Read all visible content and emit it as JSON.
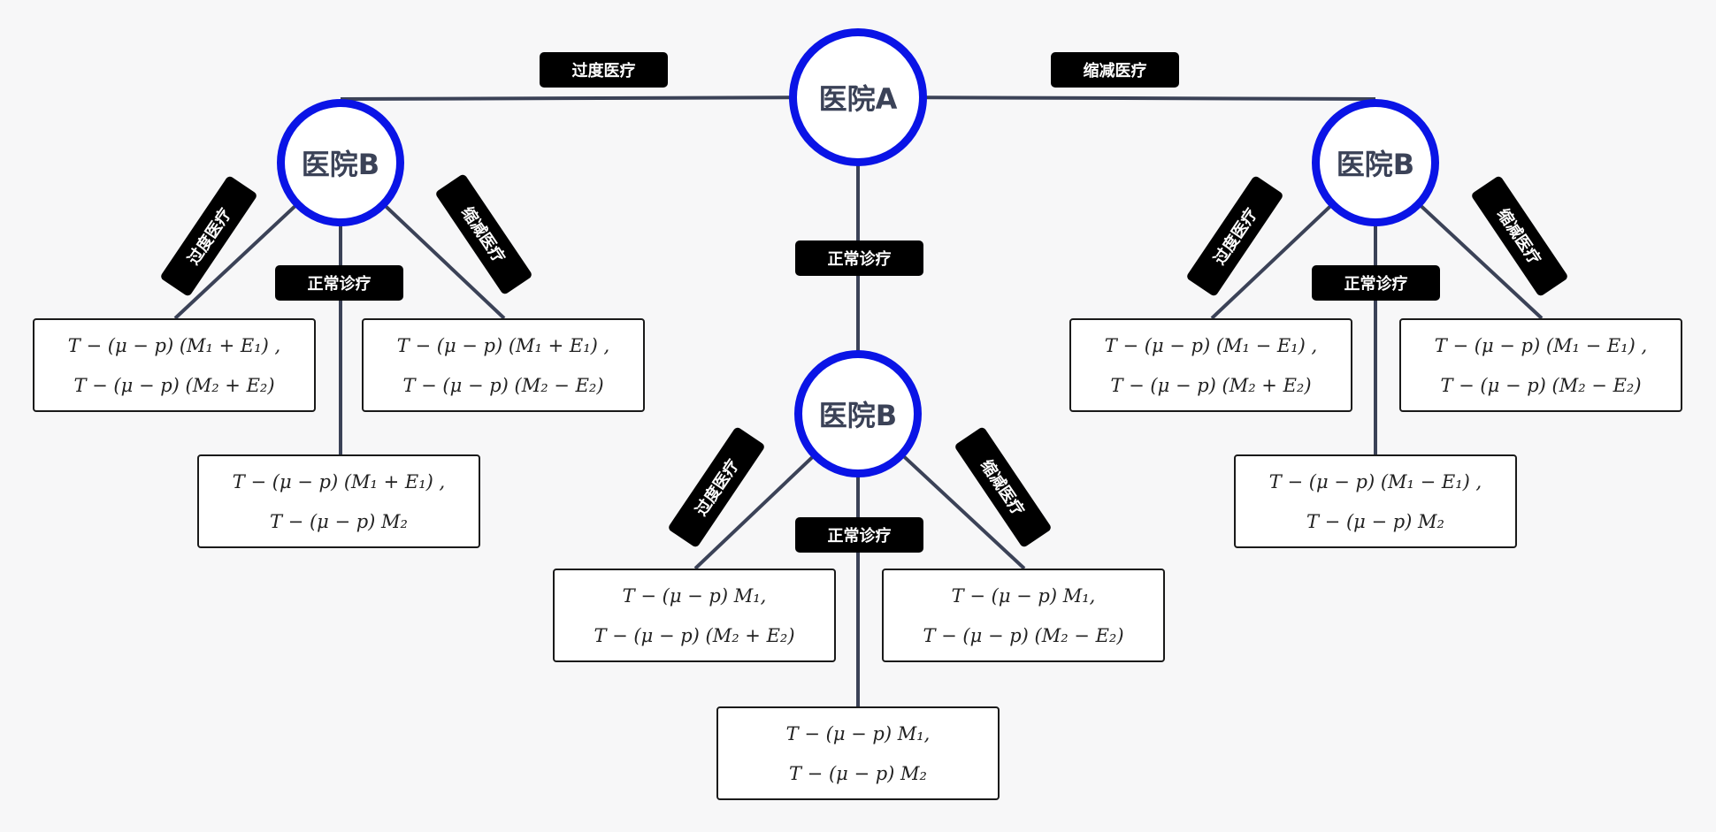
{
  "nodes": {
    "root": "医院A",
    "left": "医院B",
    "middle": "医院B",
    "right": "医院B"
  },
  "edges": {
    "root_left": "过度医疗",
    "root_middle": "正常诊疗",
    "root_right": "缩减医疗",
    "left_over": "过度医疗",
    "left_normal": "正常诊疗",
    "left_reduce": "缩减医疗",
    "middle_over": "过度医疗",
    "middle_normal": "正常诊疗",
    "middle_reduce": "缩减医疗",
    "right_over": "过度医疗",
    "right_normal": "正常诊疗",
    "right_reduce": "缩减医疗"
  },
  "payoffs": {
    "left_over": [
      "T − (μ − p) (M₁ + E₁) ,",
      "T − (μ − p) (M₂ + E₂)"
    ],
    "left_reduce": [
      "T − (μ − p) (M₁ + E₁) ,",
      "T − (μ − p) (M₂ − E₂)"
    ],
    "left_normal": [
      "T − (μ − p) (M₁ + E₁) ,",
      "T − (μ − p) M₂"
    ],
    "middle_over": [
      "T − (μ − p) M₁,",
      "T − (μ − p) (M₂ + E₂)"
    ],
    "middle_reduce": [
      "T − (μ − p) M₁,",
      "T − (μ − p) (M₂ − E₂)"
    ],
    "middle_normal": [
      "T − (μ − p) M₁,",
      "T − (μ − p) M₂"
    ],
    "right_over": [
      "T − (μ − p) (M₁ − E₁) ,",
      "T − (μ − p) (M₂ + E₂)"
    ],
    "right_reduce": [
      "T − (μ − p) (M₁ − E₁) ,",
      "T − (μ − p) (M₂ − E₂)"
    ],
    "right_normal": [
      "T − (μ − p) (M₁ − E₁) ,",
      "T − (μ − p) M₂"
    ]
  },
  "colors": {
    "node_ring": "#0a14e6",
    "node_text": "#3b4257",
    "edge": "#3b4257",
    "tag_bg": "#000000",
    "tag_text": "#ffffff",
    "background": "#f7f7f8"
  }
}
